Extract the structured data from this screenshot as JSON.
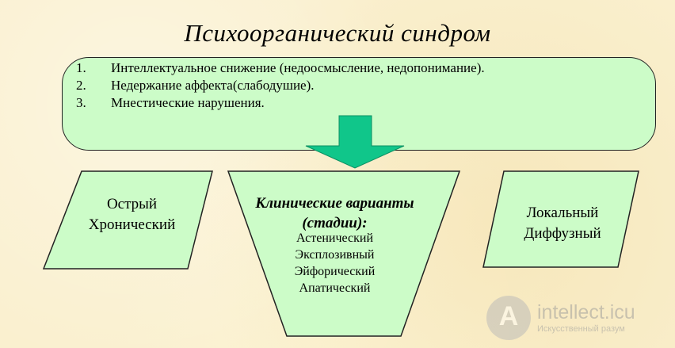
{
  "title": "Психоорганический синдром",
  "top_box": {
    "items": [
      {
        "num": "1.",
        "text": "Интеллектуальное снижение (недоосмысление, недопонимание)."
      },
      {
        "num": "2.",
        "text": "Недержание аффекта(слабодушие)."
      },
      {
        "num": "3.",
        "text": "Мнестические нарушения."
      }
    ]
  },
  "left_box": {
    "lines": [
      "Острый",
      "Хронический"
    ]
  },
  "center_box": {
    "title_lines": [
      "Клинические варианты",
      "(стадии):"
    ],
    "variants": [
      "Астенический",
      "Эксплозивный",
      "Эйфорический",
      "Апатический"
    ]
  },
  "right_box": {
    "lines": [
      "Локальный",
      "Диффузный"
    ]
  },
  "watermark": {
    "site": "intellect.icu",
    "tagline": "Искусственный разум"
  },
  "colors": {
    "background": "#faf0cf",
    "shape_fill": "#ccfcc8",
    "arrow_fill": "#10c68a",
    "border": "#222222"
  }
}
